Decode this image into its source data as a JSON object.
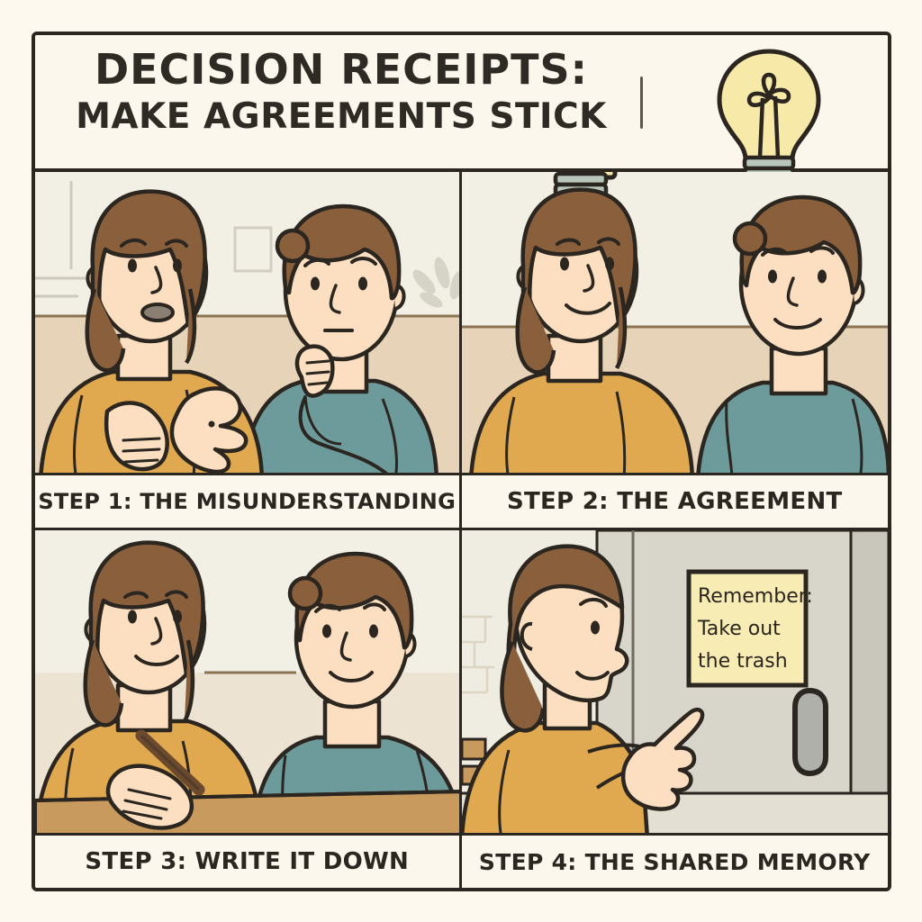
{
  "header": {
    "title_line1": "DECISION RECEIPTS:",
    "title_line2": "MAKE AGREEMENTS STICK",
    "icon": "lightbulb-icon",
    "divider_mark": "vertical-tick"
  },
  "theme": {
    "page_background": "#fdf9ef",
    "panel_background": "#faf6ea",
    "art_background": "#f2efe4",
    "ink": "#2b2620",
    "sweater_amber": "#e0a94f",
    "sweater_teal": "#6d9a9a",
    "hair_brown": "#8a5f3c",
    "skin": "#fbdfc0",
    "sofa_tan": "#e6d3b8",
    "bulb_yellow": "#f7e9a8",
    "bulb_base_sage": "#b9c6bb",
    "sticky_note_yellow": "#f7ecb3",
    "fridge_gray": "#d8d5cb",
    "handle_gray": "#aeb0a9"
  },
  "panels": [
    {
      "id": "step-1",
      "caption": "STEP 1: THE MISUNDERSTANDING",
      "scene": "woman-gesturing-man-thinking",
      "characters": [
        "woman-amber-sweater",
        "man-teal-sweater"
      ],
      "props": [
        "background-shelf",
        "wall-frame",
        "potted-plant",
        "sofa"
      ]
    },
    {
      "id": "step-2",
      "caption": "STEP 2: THE AGREEMENT",
      "scene": "both-smiling-idea",
      "characters": [
        "woman-amber-sweater",
        "man-teal-sweater"
      ],
      "props": [
        "lightbulb-base",
        "sofa"
      ]
    },
    {
      "id": "step-3",
      "caption": "STEP 3: WRITE IT DOWN",
      "scene": "woman-writing-with-pen-at-table",
      "characters": [
        "woman-amber-sweater",
        "man-teal-sweater"
      ],
      "props": [
        "pen",
        "table"
      ]
    },
    {
      "id": "step-4",
      "caption": "STEP 4: THE SHARED MEMORY",
      "scene": "woman-pointing-at-fridge-note",
      "characters": [
        "woman-amber-sweater"
      ],
      "props": [
        "refrigerator",
        "fridge-handle",
        "sticky-note",
        "brick-wall"
      ],
      "sticky_note": {
        "line1": "Remember:",
        "line2": "Take out",
        "line3": "the trash"
      }
    }
  ]
}
